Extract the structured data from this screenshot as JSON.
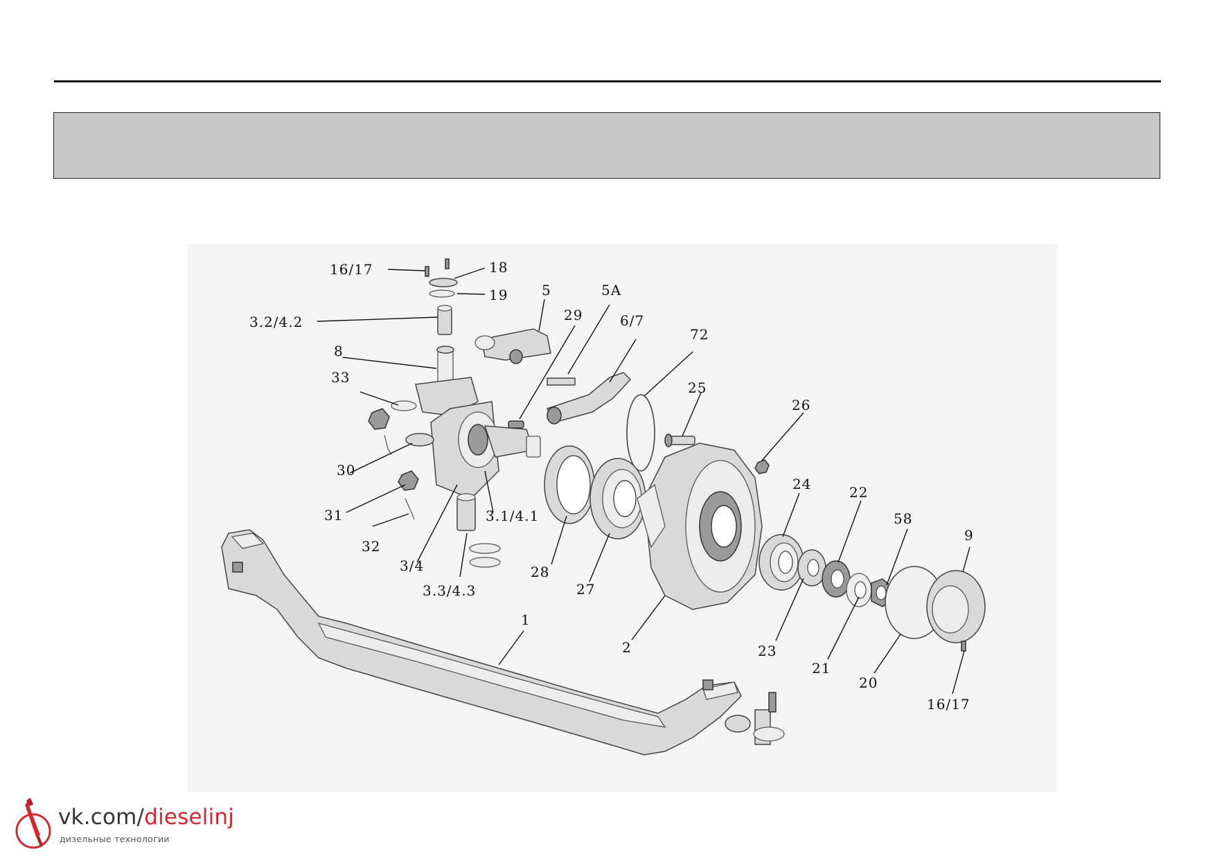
{
  "callouts": {
    "c16_17_top": "16/17",
    "c18": "18",
    "c19": "19",
    "c3_2_4_2": "3.2/4.2",
    "c5": "5",
    "c5A": "5A",
    "c29": "29",
    "c6_7": "6/7",
    "c72": "72",
    "c8": "8",
    "c33": "33",
    "c25": "25",
    "c26": "26",
    "c30": "30",
    "c24": "24",
    "c22": "22",
    "c58": "58",
    "c9": "9",
    "c31": "31",
    "c3_1_4_1": "3.1/4.1",
    "c32": "32",
    "c3_4": "3/4",
    "c28": "28",
    "c27": "27",
    "c3_3_4_3": "3.3/4.3",
    "c1": "1",
    "c2": "2",
    "c23": "23",
    "c21": "21",
    "c20": "20",
    "c16_17_bottom": "16/17"
  },
  "watermark": {
    "url_prefix": "vk.com/",
    "url_accent": "dieselinj",
    "subtitle": "дизельные технологии",
    "accent_color": "#d6262f"
  }
}
